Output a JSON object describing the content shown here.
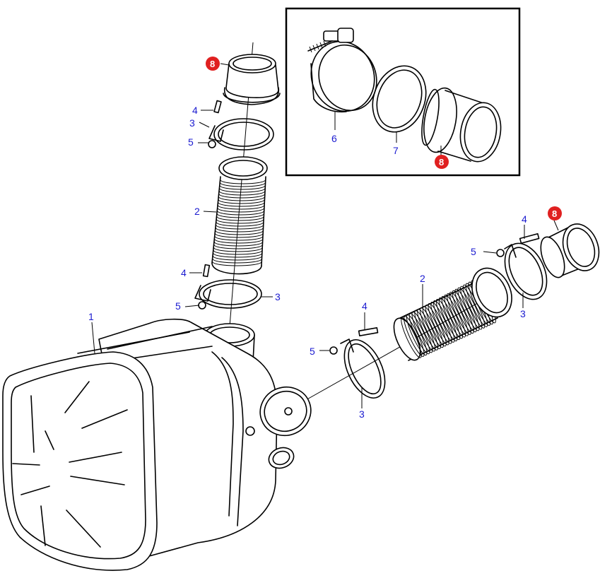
{
  "diagram": {
    "callouts": [
      {
        "id": "c1",
        "text": "1"
      },
      {
        "id": "c2a",
        "text": "2"
      },
      {
        "id": "c2b",
        "text": "2"
      },
      {
        "id": "c3a",
        "text": "3"
      },
      {
        "id": "c3b",
        "text": "3"
      },
      {
        "id": "c3c",
        "text": "3"
      },
      {
        "id": "c3d",
        "text": "3"
      },
      {
        "id": "c4a",
        "text": "4"
      },
      {
        "id": "c4b",
        "text": "4"
      },
      {
        "id": "c4c",
        "text": "4"
      },
      {
        "id": "c4d",
        "text": "4"
      },
      {
        "id": "c5a",
        "text": "5"
      },
      {
        "id": "c5b",
        "text": "5"
      },
      {
        "id": "c5c",
        "text": "5"
      },
      {
        "id": "c5d",
        "text": "5"
      },
      {
        "id": "c6",
        "text": "6"
      },
      {
        "id": "c7",
        "text": "7"
      }
    ],
    "badges": [
      {
        "id": "b8a",
        "text": "8"
      },
      {
        "id": "b8b",
        "text": "8"
      },
      {
        "id": "b8c",
        "text": "8"
      }
    ],
    "colors": {
      "callout": "#1b1bd0",
      "badge": "#e02020",
      "line": "#000000"
    }
  }
}
